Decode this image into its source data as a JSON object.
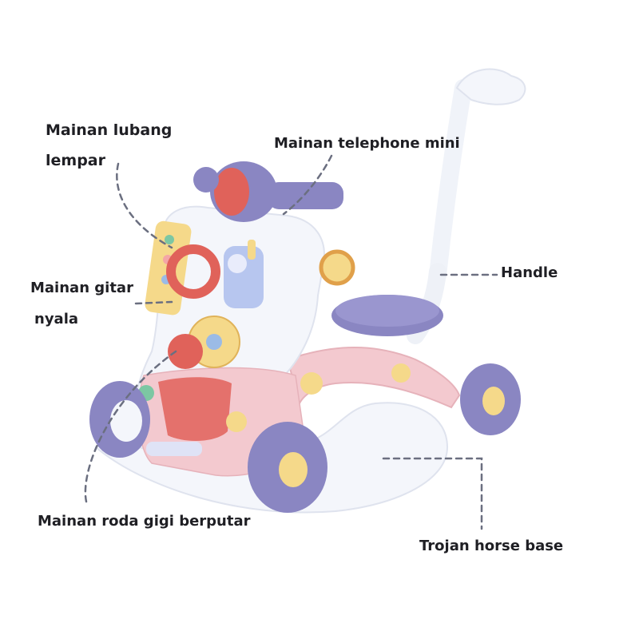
{
  "labels": {
    "lubang_line1": "Mainan lubang",
    "lubang_line2": "lempar",
    "telephone": "Mainan telephone mini",
    "handle": "Handle",
    "gitar_line1": "Mainan gitar",
    "gitar_line2": "nyala",
    "roda_gigi": "Mainan roda gigi berputar",
    "trojan": "Trojan horse base"
  },
  "colors": {
    "background": "#ffffff",
    "body_white": "#f4f6fb",
    "body_pink": "#f3c9cf",
    "lavender": "#8a86c2",
    "lavender_dark": "#6d69a8",
    "coral": "#e0625a",
    "yellow": "#f5d98a",
    "label_text": "#1f1f24",
    "leader_line": "#6b6f80"
  }
}
